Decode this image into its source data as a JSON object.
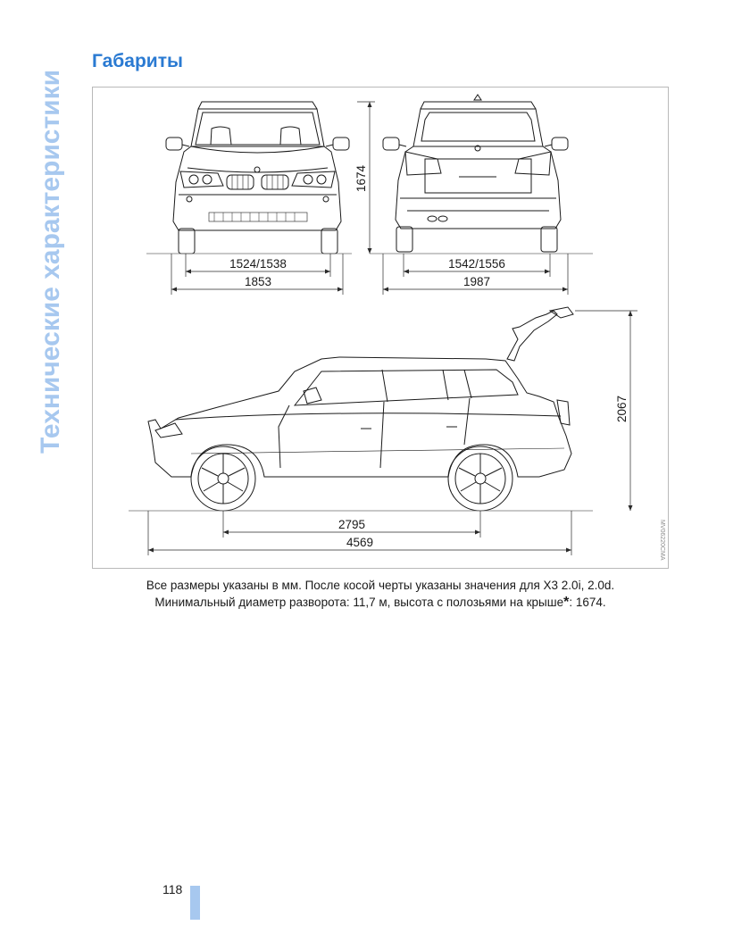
{
  "side_title": "Технические характеристики",
  "heading": "Габариты",
  "figure": {
    "front_track": "1524/1538",
    "front_width": "1853",
    "rear_track": "1542/1556",
    "rear_width": "1987",
    "height": "1674",
    "height_open_tailgate": "2067",
    "wheelbase": "2795",
    "length": "4569",
    "image_code": "MV06220CMA"
  },
  "caption": {
    "line1": "Все размеры указаны в мм. После косой черты указаны значения для X3 2.0i, 2.0d.",
    "line2_text": "Минимальный диаметр разворота: 11,7 м, высота с полозьями на крыше",
    "line2_mark": "*",
    "line2_value": ": 1674."
  },
  "page_number": "118",
  "colors": {
    "accent": "#2a7ad2",
    "page_bar": "#a7c8ef",
    "border": "#b9b9b9"
  }
}
